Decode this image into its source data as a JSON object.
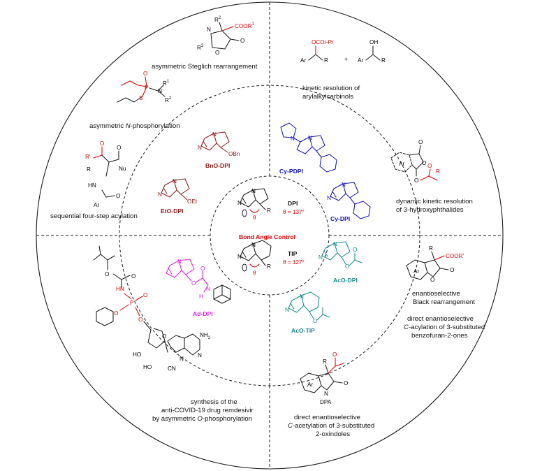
{
  "center": {
    "title": "Bond Angle Control",
    "dpi_label": "DPI",
    "dpi_angle": "θ = 137°",
    "tip_label": "TIP",
    "tip_angle": "θ = 127°",
    "theta": "θ"
  },
  "catalysts": {
    "bno": "BnO-DPI",
    "eto": "EtO-DPI",
    "cypdpi": "Cy-PDPI",
    "cydpi": "Cy-DPI",
    "aco_dpi": "AcO-DPI",
    "aco_tip": "AcO-TIP",
    "ad": "Ad-DPI"
  },
  "reactions": {
    "steglich": "asymmetric Steglich rearrangement",
    "n_phos_pre": "asymmetric ",
    "n_phos_it": "N",
    "n_phos_post": "-phosphorylation",
    "four_step": "sequential four-step acylation",
    "kinetic_1": "kinetic resolution of",
    "kinetic_2": "arylalkylcarbinols",
    "dynamic_1": "dynamic kinetic resolution",
    "dynamic_2": "of 3-hydroxyphthalides",
    "black_1": "enantioselective",
    "black_2": "Black rearrangement",
    "cacyl_1": "direct enantioselective",
    "cacyl_2_it": "C",
    "cacyl_2": "-acylation of 3-substituted",
    "cacyl_3": "benzofuran-2-ones",
    "cacet_1": "direct enantioselective",
    "cacet_2_it": "C",
    "cacet_2": "-acetylation of 3-substituted",
    "cacet_3": "2-oxindoles",
    "remd_1": "synthesis of the",
    "remd_2": "anti-COVID-19 drug remdesivir",
    "remd_3_pre": "by asymmetric ",
    "remd_3_it": "O",
    "remd_3_post": "-phosphorylation"
  },
  "atoms": {
    "R": "R",
    "R1": "R",
    "R2": "R",
    "R3": "R",
    "Rp": "R'",
    "N": "N",
    "O": "O",
    "P": "P",
    "S": "S",
    "H": "H",
    "HN": "HN",
    "NH2": "NH",
    "CN": "CN",
    "HO": "HO",
    "OH": "OH",
    "Ar": "Ar",
    "Nu": "Nu",
    "OBn": "OBn",
    "OEt": "OEt",
    "DPA": "DPA",
    "COOR1": "COOR",
    "COORp": "COOR'",
    "OCOiPr": "OCO",
    "iPr": "i-Pr",
    "plus": "+",
    "sup1": "1",
    "sup2": "2",
    "sup3": "3",
    "sub2": "2"
  },
  "colors": {
    "black": "#1a1a1a",
    "red": "#e00000",
    "dark_red": "#8b1a1a",
    "blue": "#1515b5",
    "teal": "#1a8a8a",
    "magenta": "#e020e0"
  }
}
